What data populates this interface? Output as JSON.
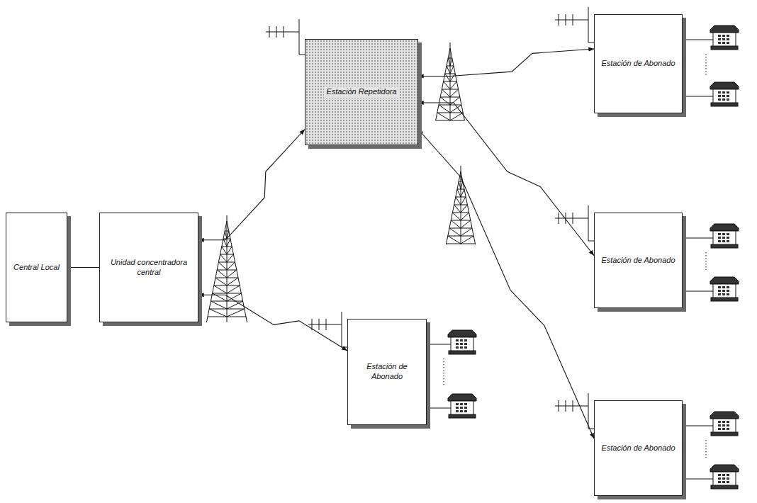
{
  "diagram": {
    "nodes": [
      {
        "text": [
          "Central Local"
        ]
      },
      {
        "text": [
          "Unidad concentradora central"
        ]
      },
      {
        "text": [
          "Estación Repetidora"
        ]
      },
      {
        "text": [
          "Estación de Abonado"
        ]
      },
      {
        "text": [
          "Estación de Abonado"
        ]
      },
      {
        "text": [
          "Estación de Abonado"
        ]
      },
      {
        "text": [
          "Estación de Abonado"
        ]
      }
    ],
    "edges": [
      {
        "from": 0,
        "to": 1,
        "arrow": "none"
      },
      {
        "from": 1,
        "to": 2,
        "arrow": "both"
      },
      {
        "from": 1,
        "to": 5,
        "arrow": "both"
      },
      {
        "from": 2,
        "to": 3,
        "arrow": "both"
      },
      {
        "from": 2,
        "to": 4,
        "arrow": "both"
      },
      {
        "from": 2,
        "to": 6,
        "arrow": "both"
      }
    ]
  }
}
